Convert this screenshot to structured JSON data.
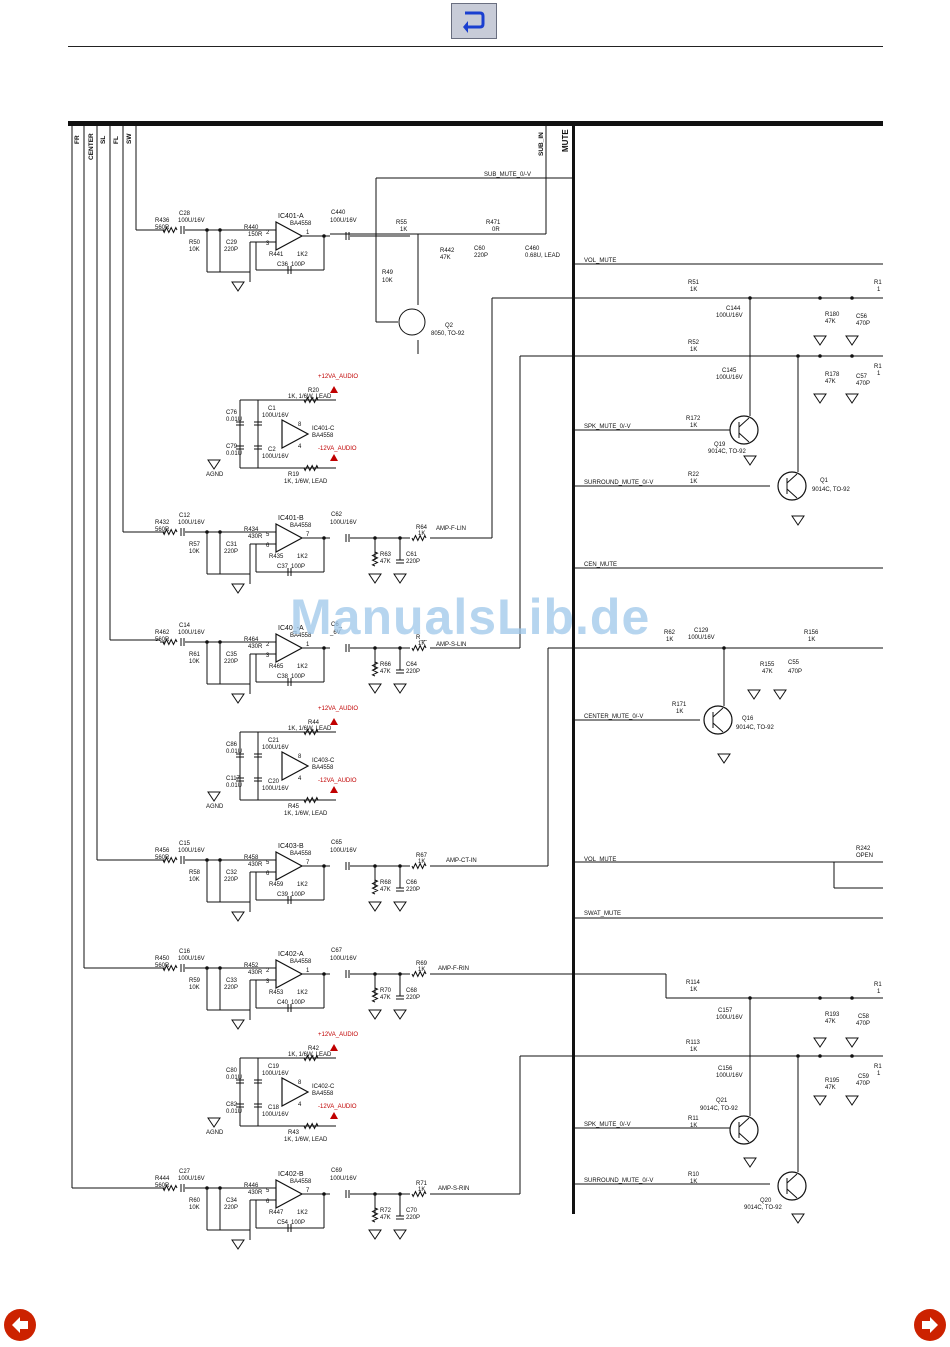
{
  "navigation": {
    "back_icon": "return-arrow-icon",
    "prev_icon": "left-arrow-circle-icon",
    "next_icon": "right-arrow-circle-icon",
    "accent": "#cc2200",
    "back_color": "#1a3fd0"
  },
  "watermark": "ManualsLib.de",
  "input_bus": [
    "FR",
    "CENTER",
    "SL",
    "FL",
    "SW"
  ],
  "top_labels": {
    "sub_in": "SUB_IN",
    "mute": "MUTE"
  },
  "nets": {
    "sub_mute": "SUB_MUTE_0/-V",
    "vol_mute": "VOL_MUTE",
    "spk_mute": "SPK_MUTE_0/-V",
    "surround_mute": "SURROUND_MUTE_0/-V",
    "cen_mute": "CEN_MUTE",
    "center_mute": "CENTER_MUTE_0/-V",
    "vol_mute2": "VOL_MUTE",
    "swat_mute": "SWAT_MUTE",
    "spk_mute2": "SPK_MUTE_0/-V",
    "surround_mute2": "SURROUND_MUTE_0/-V",
    "amp_f_lin": "AMP-F-LIN",
    "amp_s_lin": "AMP-S-LIN",
    "amp_ct_in": "AMP-CT-IN",
    "amp_f_rin": "AMP-F-RIN",
    "amp_s_rin": "AMP-S-RIN"
  },
  "stages": [
    {
      "ic": "IC401-A",
      "part": "BA4558",
      "cin": "C28",
      "cin_val": "100U/16V",
      "rin": "R436",
      "rin_val": "560R",
      "rg": "R50",
      "rg_val": "10K",
      "cf": "C29",
      "cf_val": "220P",
      "rs": "R440",
      "rs_val": "150R",
      "rfb": "R441",
      "rfb_val": "1K2",
      "cfb": "C36",
      "cfb_val": "100P",
      "cout": "C440",
      "cout_val": "100U/16V",
      "pin_a": "2",
      "pin_b": "3",
      "pin_out": "1"
    },
    {
      "ic": "IC401-B",
      "part": "BA4558",
      "cin": "C12",
      "cin_val": "100U/16V",
      "rin": "R432",
      "rin_val": "560R",
      "rg": "R57",
      "rg_val": "10K",
      "cf": "C31",
      "cf_val": "220P",
      "rs": "R434",
      "rs_val": "430R",
      "rfb": "R435",
      "rfb_val": "1K2",
      "cfb": "C37",
      "cfb_val": "100P",
      "cout": "C62",
      "cout_val": "100U/16V",
      "rser": "R64",
      "rser_val": "1K",
      "rsh": "R63",
      "rsh_val": "47K",
      "csh": "C61",
      "csh_val": "220P",
      "pin_a": "5",
      "pin_b": "6",
      "pin_out": "7"
    },
    {
      "ic": "IC40_-A",
      "part": "BA4558",
      "cin": "C14",
      "cin_val": "100U/16V",
      "rin": "R462",
      "rin_val": "560R",
      "rg": "R61",
      "rg_val": "10K",
      "cf": "C35",
      "cf_val": "220P",
      "rs": "R464",
      "rs_val": "430R",
      "rfb": "R465",
      "rfb_val": "1K2",
      "cfb": "C38",
      "cfb_val": "100P",
      "cout": "C6_",
      "cout_val": "_6V",
      "rser": "R__",
      "rser_val": "1K",
      "rsh": "R66",
      "rsh_val": "47K",
      "csh": "C64",
      "csh_val": "220P",
      "pin_a": "2",
      "pin_b": "3",
      "pin_out": "1"
    },
    {
      "ic": "IC403-B",
      "part": "BA4558",
      "cin": "C15",
      "cin_val": "100U/16V",
      "rin": "R456",
      "rin_val": "560R",
      "rg": "R58",
      "rg_val": "10K",
      "cf": "C32",
      "cf_val": "220P",
      "rs": "R458",
      "rs_val": "430R",
      "rfb": "R459",
      "rfb_val": "1K2",
      "cfb": "C39",
      "cfb_val": "100P",
      "cout": "C65",
      "cout_val": "100U/16V",
      "rser": "R67",
      "rser_val": "1K",
      "rsh": "R68",
      "rsh_val": "47K",
      "csh": "C66",
      "csh_val": "220P",
      "pin_a": "5",
      "pin_b": "6",
      "pin_out": "7"
    },
    {
      "ic": "IC402-A",
      "part": "BA4558",
      "cin": "C16",
      "cin_val": "100U/16V",
      "rin": "R450",
      "rin_val": "560R",
      "rg": "R59",
      "rg_val": "10K",
      "cf": "C33",
      "cf_val": "220P",
      "rs": "R452",
      "rs_val": "430R",
      "rfb": "R453",
      "rfb_val": "1K2",
      "cfb": "C40",
      "cfb_val": "100P",
      "cout": "C67",
      "cout_val": "100U/16V",
      "rser": "R69",
      "rser_val": "1K",
      "rsh": "R70",
      "rsh_val": "47K",
      "csh": "C68",
      "csh_val": "220P",
      "pin_a": "2",
      "pin_b": "3",
      "pin_out": "1"
    },
    {
      "ic": "IC402-B",
      "part": "BA4558",
      "cin": "C27",
      "cin_val": "100U/16V",
      "rin": "R444",
      "rin_val": "560R",
      "rg": "R60",
      "rg_val": "10K",
      "cf": "C34",
      "cf_val": "220P",
      "rs": "R446",
      "rs_val": "430R",
      "rfb": "R447",
      "rfb_val": "1K2",
      "cfb": "C54",
      "cfb_val": "100P",
      "cout": "C69",
      "cout_val": "100U/16V",
      "rser": "R71",
      "rser_val": "1K",
      "rsh": "R72",
      "rsh_val": "47K",
      "csh": "C70",
      "csh_val": "220P",
      "pin_a": "5",
      "pin_b": "6",
      "pin_out": "7"
    }
  ],
  "sub_chain": {
    "r55": "R55",
    "r55_val": "1K",
    "r471": "R471",
    "r471_val": "0R",
    "r442": "R442",
    "r442_val": "47K",
    "c60": "C60",
    "c60_val": "220P",
    "c460": "C460",
    "c460_val": "0.68U, LEAD",
    "r49": "R49",
    "r49_val": "10K",
    "q2": "Q2",
    "q2_val": "8050, TO-92"
  },
  "supplies": [
    {
      "ic": "IC401-C",
      "part": "BA4558",
      "c_top": "C1",
      "c_top_val": "100U/16V",
      "c_bot": "C2",
      "c_bot_val": "100U/16V",
      "c_a": "C76",
      "c_a_val": "0.01U",
      "c_b": "C79",
      "c_b_val": "0.01U",
      "r_top": "R20",
      "r_top_val": "1K, 1/6W, LEAD",
      "r_bot": "R19",
      "r_bot_val": "1K, 1/6W, LEAD",
      "pos": "+12VA_AUDIO",
      "neg": "-12VA_AUDIO",
      "pin_pos": "8",
      "pin_neg": "4"
    },
    {
      "ic": "IC403-C",
      "part": "BA4558",
      "c_top": "C21",
      "c_top_val": "100U/16V",
      "c_bot": "C20",
      "c_bot_val": "100U/16V",
      "c_a": "C86",
      "c_a_val": "0.01U",
      "c_b": "C117",
      "c_b_val": "0.01U",
      "r_top": "R44",
      "r_top_val": "1K, 1/6W, LEAD",
      "r_bot": "R45",
      "r_bot_val": "1K, 1/6W, LEAD",
      "pos": "+12VA_AUDIO",
      "neg": "-12VA_AUDIO",
      "pin_pos": "8",
      "pin_neg": "4"
    },
    {
      "ic": "IC402-C",
      "part": "BA4558",
      "c_top": "C19",
      "c_top_val": "100U/16V",
      "c_bot": "C18",
      "c_bot_val": "100U/16V",
      "c_a": "C80",
      "c_a_val": "0.01U",
      "c_b": "C82",
      "c_b_val": "0.01U",
      "r_top": "R42",
      "r_top_val": "1K, 1/6W, LEAD",
      "r_bot": "R43",
      "r_bot_val": "1K, 1/6W, LEAD",
      "pos": "+12VA_AUDIO",
      "neg": "-12VA_AUDIO",
      "pin_pos": "8",
      "pin_neg": "4"
    }
  ],
  "right_block": {
    "r51": "R51",
    "r51_val": "1K",
    "c144": "C144",
    "c144_val": "100U/16V",
    "r180": "R180",
    "r180_val": "47K",
    "c56": "C56",
    "c56_val": "470P",
    "r52": "R52",
    "r52_val": "1K",
    "c145": "C145",
    "c145_val": "100U/16V",
    "r178": "R178",
    "r178_val": "47K",
    "c57": "C57",
    "c57_val": "470P",
    "r172": "R172",
    "r172_val": "1K",
    "q19": "Q19",
    "q19_val": "9014C, TO-92",
    "r22": "R22",
    "r22_val": "1K",
    "q1": "Q1",
    "q1_val": "9014C, TO-92",
    "r62": "R62",
    "r62_val": "1K",
    "c129": "C129",
    "c129_val": "100U/16V",
    "r156": "R156",
    "r156_val": "1K",
    "r155": "R155",
    "r155_val": "47K",
    "c55": "C55",
    "c55_val": "470P",
    "r171": "R171",
    "r171_val": "1K",
    "q16": "Q16",
    "q16_val": "9014C, TO-92",
    "r242": "R242",
    "r242_val": "OPEN",
    "r114": "R114",
    "r114_val": "1K",
    "c157": "C157",
    "c157_val": "100U/16V",
    "r193": "R193",
    "r193_val": "47K",
    "c58": "C58",
    "c58_val": "470P",
    "r113": "R113",
    "r113_val": "1K",
    "c156": "C156",
    "c156_val": "100U/16V",
    "r195": "R195",
    "r195_val": "47K",
    "c59": "C59",
    "c59_val": "470P",
    "r11": "R11",
    "r11_val": "1K",
    "q21": "Q21",
    "q21_val": "9014C, TO-92",
    "r10": "R10",
    "r10_val": "1K",
    "q20": "Q20",
    "q20_val": "9014C, TO-92",
    "cut_r1": "R1",
    "cut_1": "1",
    "cut_r17": "R1",
    "cut_17": "1",
    "cut_r1b": "R1",
    "cut_1b": "1",
    "cut_r1c": "R1",
    "cut_1c": "1"
  },
  "agnd": "AGND"
}
